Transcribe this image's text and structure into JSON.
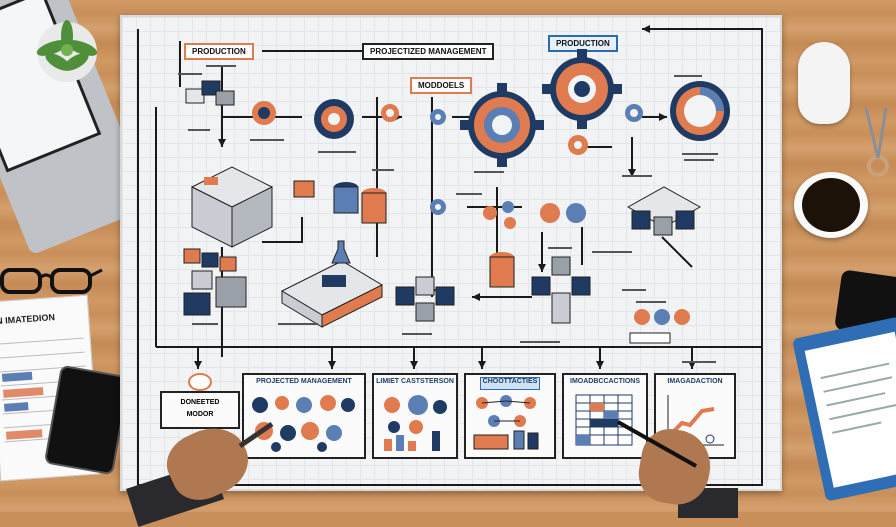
{
  "diagram": {
    "labels": {
      "production_top_left": "PRODUCTION",
      "projectized_management_top": "PROJECTIZED MANAGEMENT",
      "production_top_right": "PRODUCTION",
      "moddoels": "MODDOELS"
    },
    "panels": [
      {
        "title": "PROJECTED MANAGEMENT"
      },
      {
        "title": "LIMIET CASTSTERSON"
      },
      {
        "title": "CHOOTTACTIES"
      },
      {
        "title": "IMOADBCCACTIONS"
      },
      {
        "title": "IMAGADACTION"
      }
    ],
    "side_box": {
      "line1": "DONEETED",
      "line2": "MODOR"
    },
    "doc_heading": "N IMATEDION",
    "colors": {
      "accent_orange": "#e07a4f",
      "accent_blue": "#2b6cb0",
      "navy": "#1f3b63"
    }
  }
}
